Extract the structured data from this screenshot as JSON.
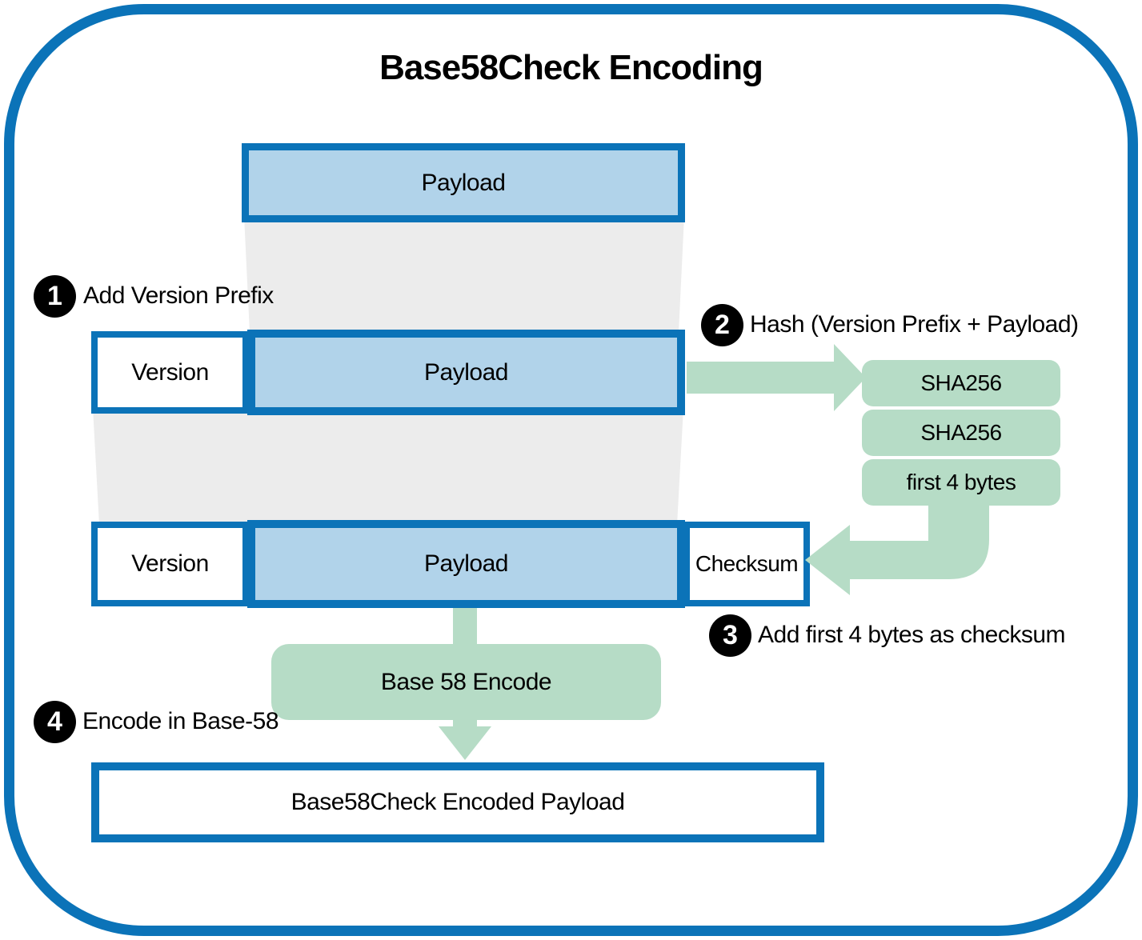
{
  "title": "Base58Check Encoding",
  "colors": {
    "accent_blue": "#0b73b8",
    "light_blue_fill": "#b1d3ea",
    "green_fill": "#b6dcc6",
    "gray_fill": "#ececec",
    "badge_black": "#000000"
  },
  "boxes": {
    "payload_top": "Payload",
    "row2_version": "Version",
    "row2_payload": "Payload",
    "row3_version": "Version",
    "row3_payload": "Payload",
    "row3_checksum": "Checksum",
    "hash_stack": [
      "SHA256",
      "SHA256",
      "first 4 bytes"
    ],
    "base58_encode": "Base 58 Encode",
    "final_output": "Base58Check Encoded Payload"
  },
  "steps": [
    {
      "number": "1",
      "label": "Add Version Prefix"
    },
    {
      "number": "2",
      "label": "Hash (Version Prefix + Payload)"
    },
    {
      "number": "3",
      "label": "Add first 4 bytes as checksum"
    },
    {
      "number": "4",
      "label": "Encode in Base-58"
    }
  ]
}
